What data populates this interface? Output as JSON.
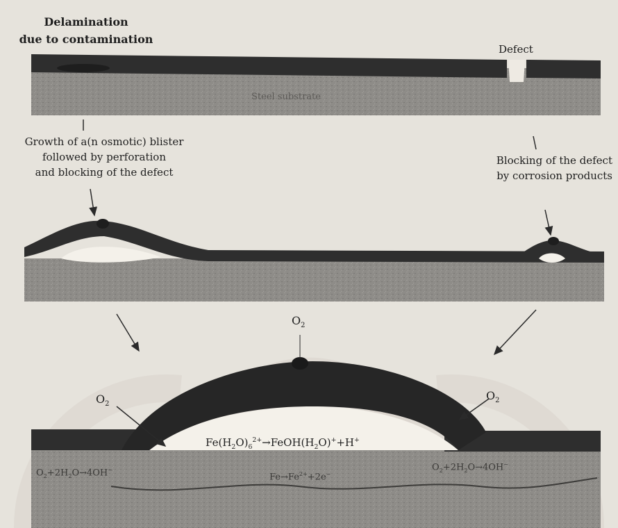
{
  "panel1": {
    "delamination_line1": "Delamination",
    "delamination_line2": "due to contamination",
    "defect": "Defect",
    "substrate": "Steel substrate"
  },
  "annotations": {
    "blister_line1": "Growth of a(n osmotic) blister",
    "blister_line2": "followed by perforation",
    "blister_line3": "and blocking of the defect",
    "blocking_line1": "Blocking of the defect",
    "blocking_line2": "by corrosion products"
  },
  "panel3": {
    "o2_top": "O",
    "o2_top_sub": "2",
    "o2_left": "O",
    "o2_left_sub": "2",
    "o2_right": "O",
    "o2_right_sub": "2",
    "eq_main_a": "Fe(H",
    "eq_main_b": "2",
    "eq_main_c": "O)",
    "eq_main_d": "6",
    "eq_main_e": "2+",
    "eq_main_f": "→FeOH(H",
    "eq_main_g": "2",
    "eq_main_h": "O)",
    "eq_main_i": "+",
    "eq_main_j": "+H",
    "eq_main_k": "+",
    "eq_left": "O",
    "eq_left_b": "2",
    "eq_left_c": "+2H",
    "eq_left_d": "2",
    "eq_left_e": "O→4OH",
    "eq_left_f": "−",
    "eq_center": "Fe→Fe",
    "eq_center_b": "2+",
    "eq_center_c": "+2e",
    "eq_center_d": "−",
    "eq_right": "O",
    "eq_right_b": "2",
    "eq_right_c": "+2H",
    "eq_right_d": "2",
    "eq_right_e": "O→4OH",
    "eq_right_f": "−"
  },
  "colors": {
    "background": "#e6e3dc",
    "coating": "#2e2e2e",
    "substrate": "#8e8c88",
    "substrate_dark": "#6e6c69",
    "watermark": "#d2cec6",
    "text": "#1e1e1e"
  }
}
